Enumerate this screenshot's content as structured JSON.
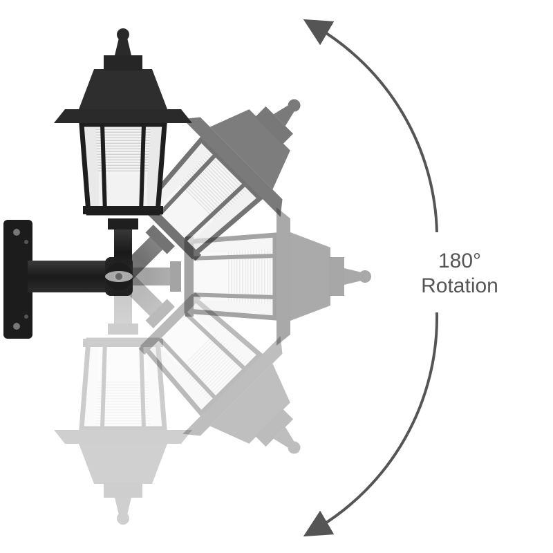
{
  "caption": {
    "line1": "180°",
    "line2": "Rotation"
  },
  "colors": {
    "lamp_dark": "#2a2a2a",
    "arrow": "#555555",
    "text": "#555555",
    "glass": "#e8e8e8",
    "background": "#ffffff"
  },
  "rotation_degrees": 180
}
